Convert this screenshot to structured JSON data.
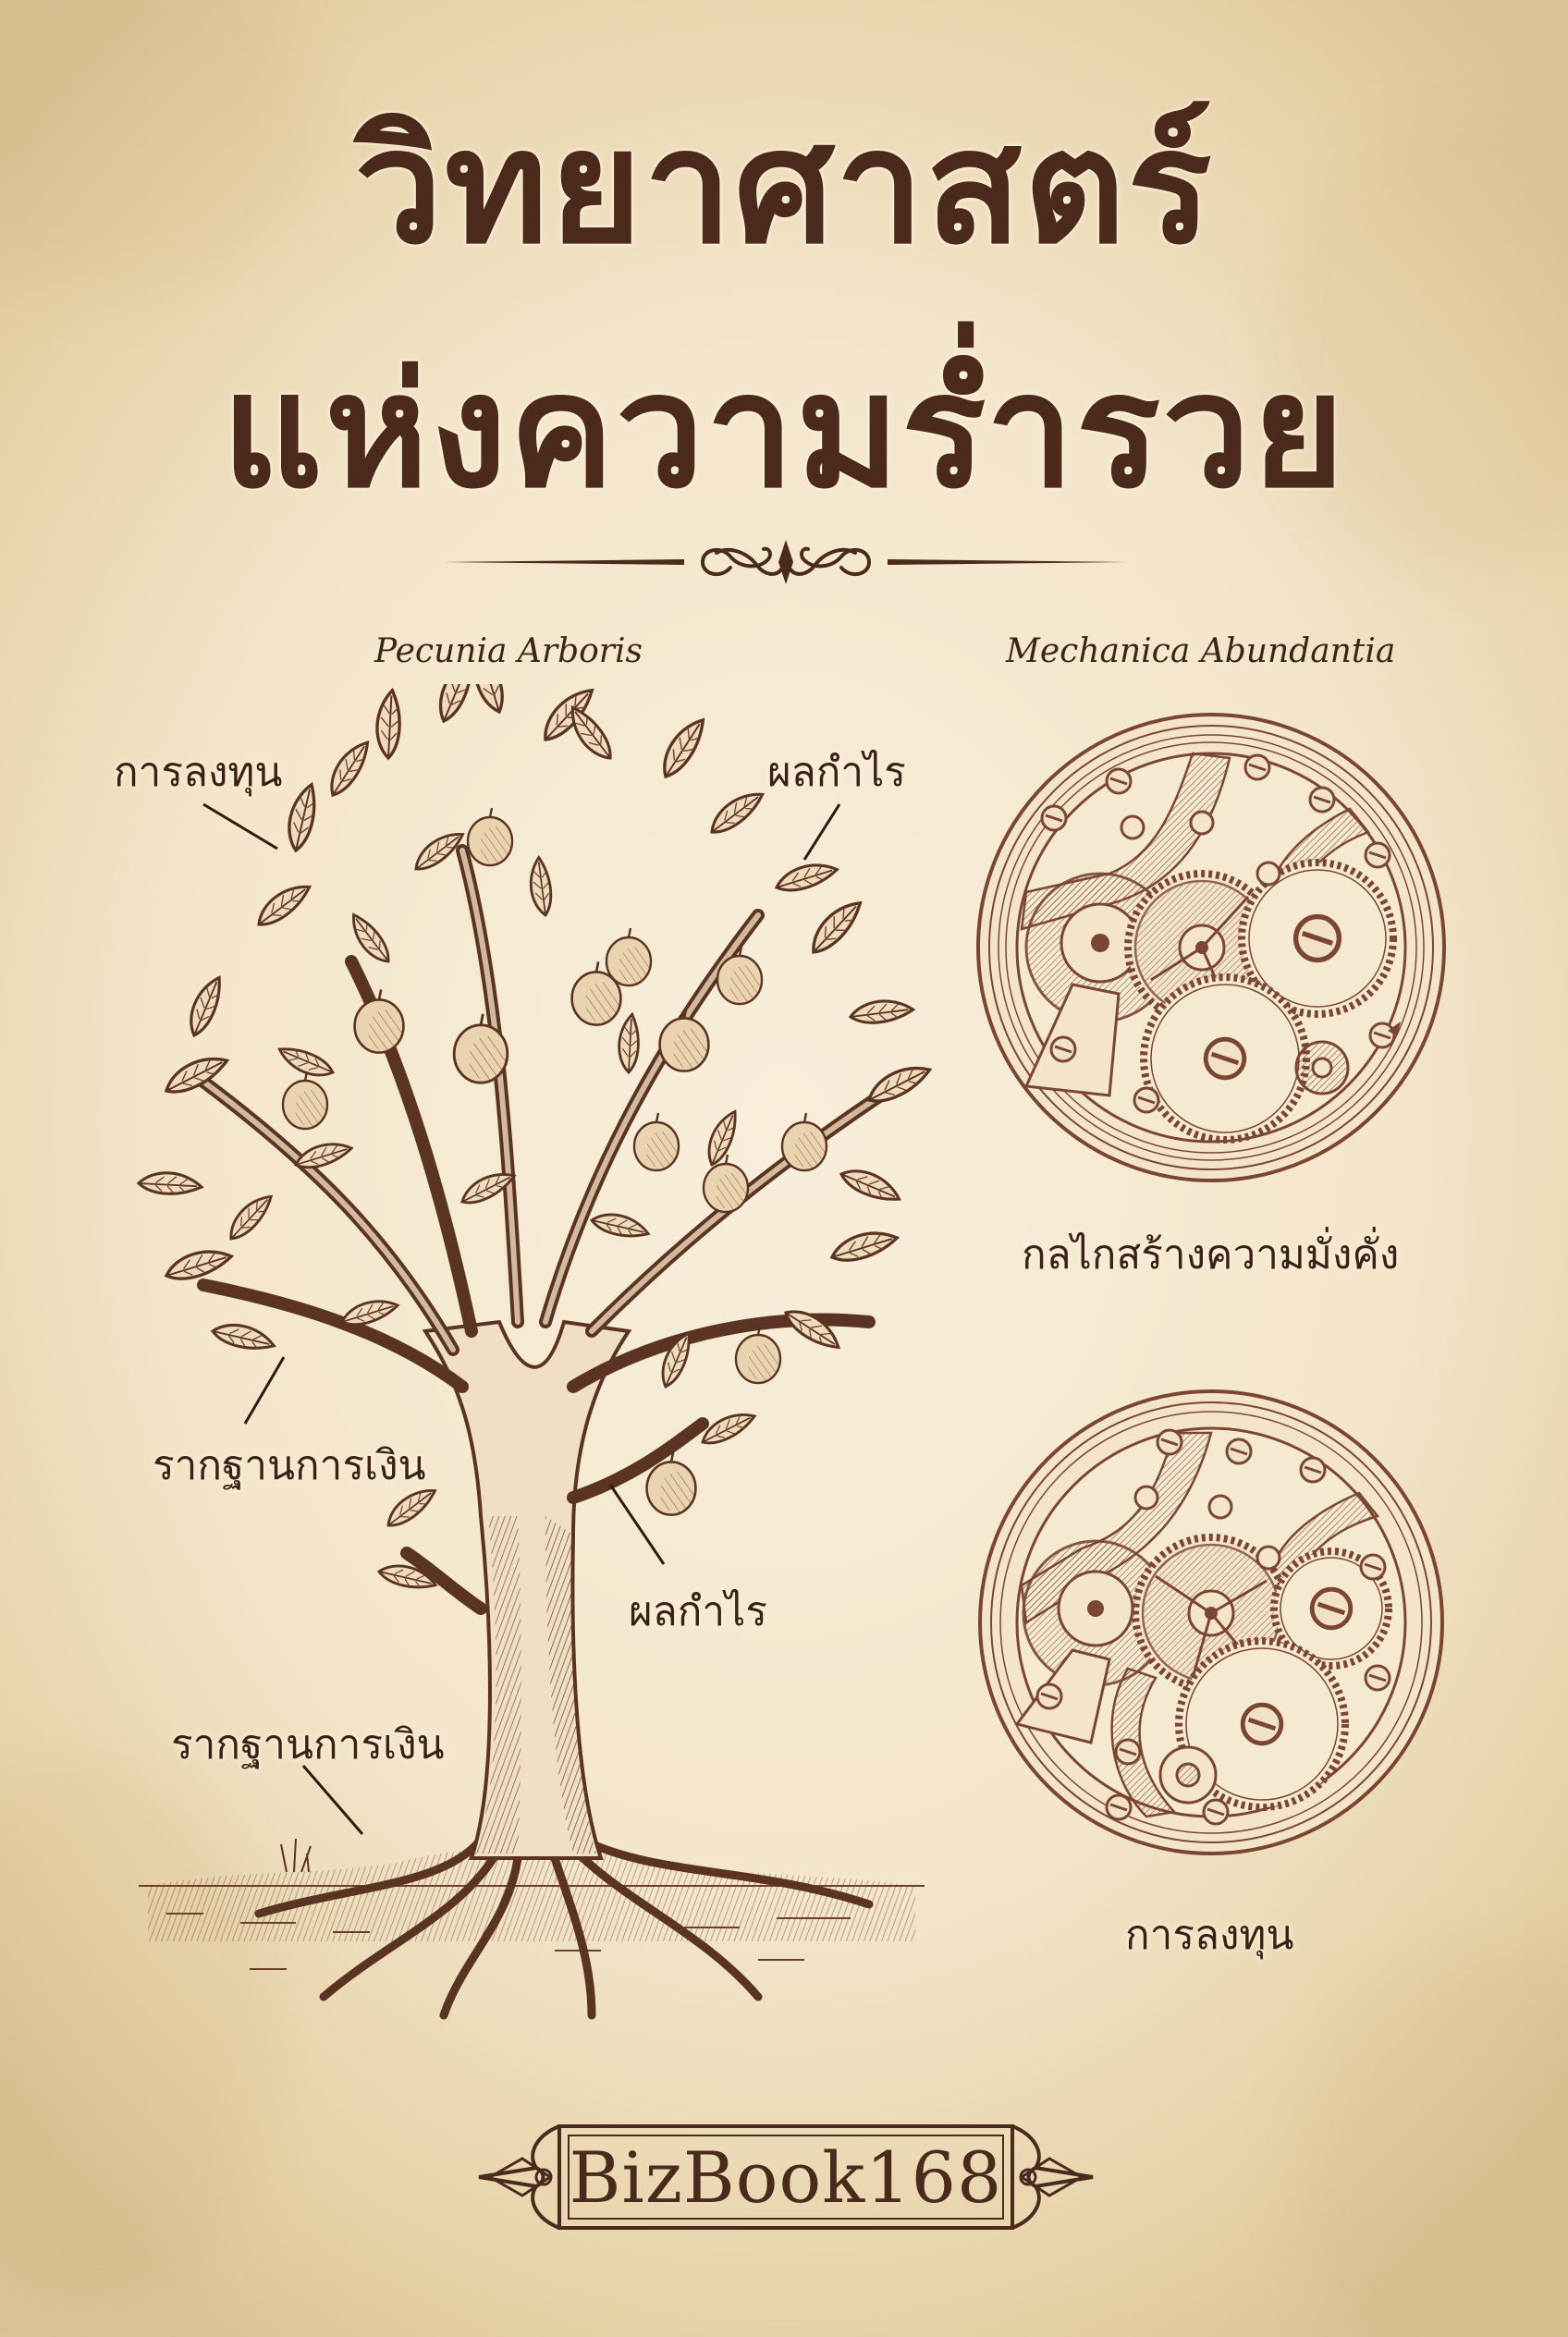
{
  "cover": {
    "title_line1": "วิทยาศาสตร์",
    "title_line2": "แห่งความร่ำรวย",
    "divider_icon": "ornamental-flourish"
  },
  "left_panel": {
    "latin_caption": "Pecunia Arboris",
    "illustration": "money-tree",
    "labels": [
      {
        "text": "การลงทุน"
      },
      {
        "text": "ผลกำไร"
      },
      {
        "text": "รากฐานการเงิน"
      },
      {
        "text": "ผลกำไร"
      },
      {
        "text": "รากฐานการเงิน"
      }
    ]
  },
  "right_panel": {
    "latin_caption": "Mechanica Abundantia",
    "mechanisms": [
      {
        "illustration": "pocket-watch-movement",
        "caption": "กลไกสร้างความมั่งคั่ง"
      },
      {
        "illustration": "pocket-watch-movement",
        "caption": "การลงทุน"
      }
    ]
  },
  "publisher": {
    "name": "BizBook168"
  },
  "colors": {
    "ink": "#4a2a1c",
    "sepia_line": "#6b3f2a",
    "paper": "#f6ead3",
    "paper_edge": "#dcc394"
  }
}
